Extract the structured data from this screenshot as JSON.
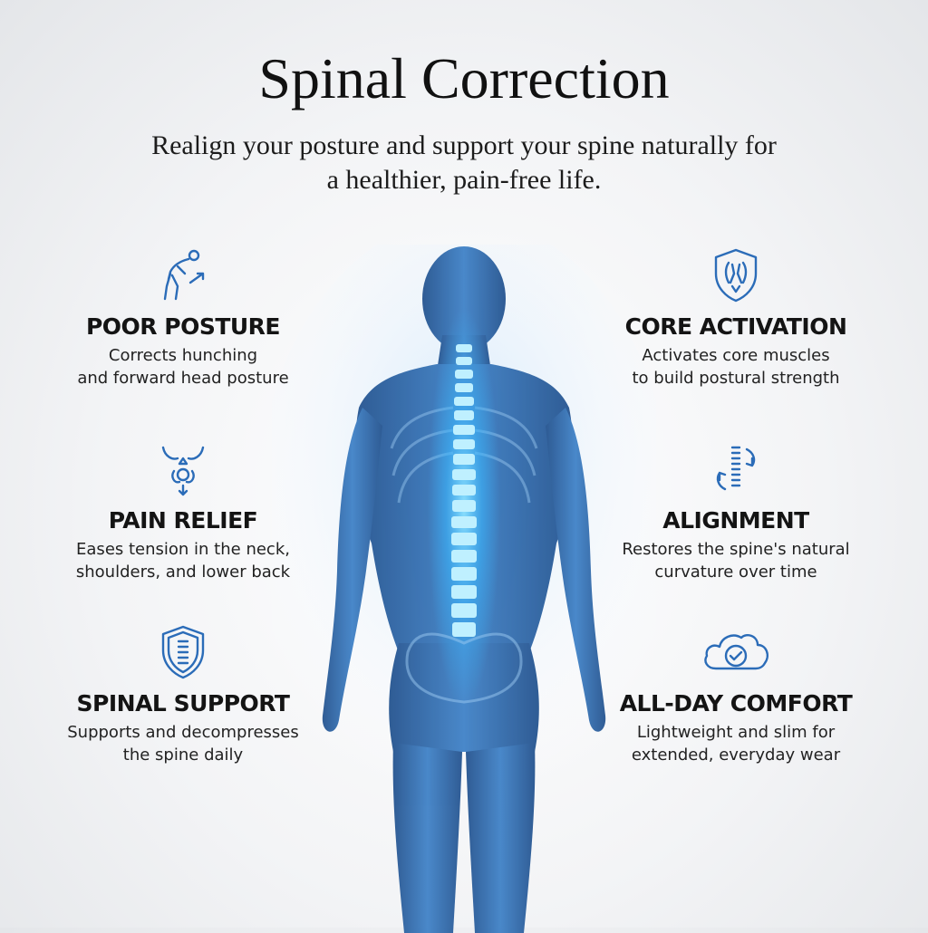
{
  "title": "Spinal Correction",
  "subtitle_line1": "Realign your posture and support your spine naturally for",
  "subtitle_line2": "a healthier, pain-free life.",
  "accent_color": "#2b6cb8",
  "figure": {
    "body_color": "#2f6fb5",
    "spine_glow_color": "#39b8ff"
  },
  "left_features": [
    {
      "icon": "posture-icon",
      "heading": "POOR POSTURE",
      "desc_line1": "Corrects hunching",
      "desc_line2": "and forward head posture"
    },
    {
      "icon": "pain-relief-icon",
      "heading": "PAIN RELIEF",
      "desc_line1": "Eases tension in the neck,",
      "desc_line2": "shoulders, and lower back"
    },
    {
      "icon": "shield-spine-icon",
      "heading": "SPINAL SUPPORT",
      "desc_line1": "Supports and decompresses",
      "desc_line2": "the spine daily"
    }
  ],
  "right_features": [
    {
      "icon": "core-shield-icon",
      "heading": "CORE ACTIVATION",
      "desc_line1": "Activates core muscles",
      "desc_line2": "to build postural strength"
    },
    {
      "icon": "alignment-icon",
      "heading": "ALIGNMENT",
      "desc_line1": "Restores the spine's natural",
      "desc_line2": "curvature over time"
    },
    {
      "icon": "cloud-check-icon",
      "heading": "ALL-DAY COMFORT",
      "desc_line1": "Lightweight and slim for",
      "desc_line2": "extended, everyday wear"
    }
  ]
}
